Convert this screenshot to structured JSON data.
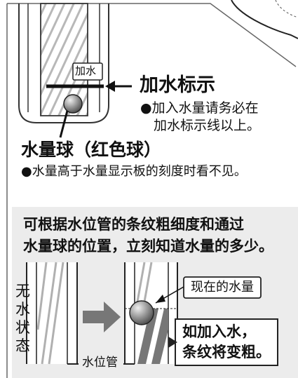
{
  "gauge_mark": "加水",
  "fill_line": {
    "title": "加水标示",
    "note_line1": "●加入水量请务必在",
    "note_line2": "加水标示线以上。"
  },
  "ball": {
    "title": "水量球（红色球）",
    "note": "●水量高于水量显示板的刻度时看不见。"
  },
  "info": {
    "heading_line1": "可根据水位管的条纹粗细度和通过",
    "heading_line2": "水量球的位置，立刻知道水量的多少。",
    "no_water_chars": [
      "无",
      "水",
      "状",
      "态"
    ],
    "current_level_label": "现在的水量",
    "add_water_line1": "如加入水，",
    "add_water_line2": "条纹将变粗。",
    "tube_label": "水位管"
  }
}
